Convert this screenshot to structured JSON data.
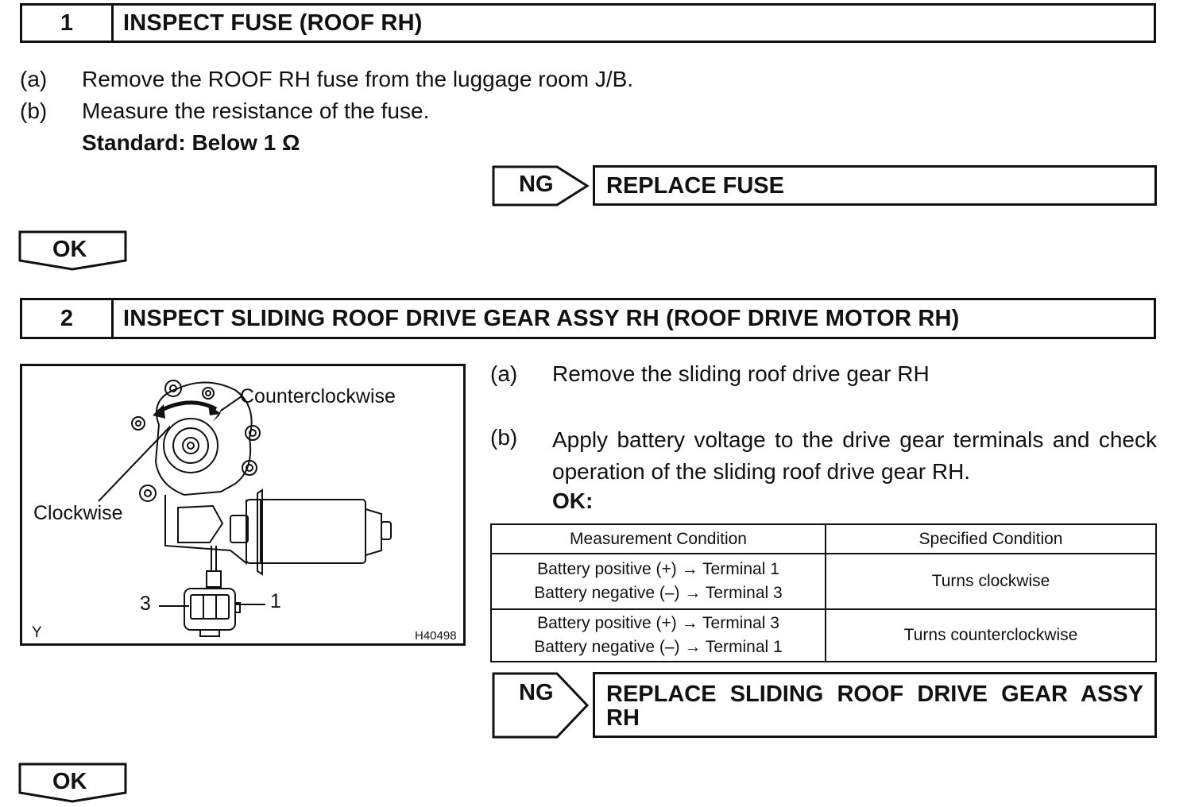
{
  "step1": {
    "number": "1",
    "title": "INSPECT FUSE (ROOF RH)",
    "items": [
      {
        "label": "(a)",
        "text": "Remove the ROOF RH fuse from the luggage room J/B."
      },
      {
        "label": "(b)",
        "text": "Measure the resistance of the fuse."
      }
    ],
    "standard": "Standard: Below 1 Ω",
    "ng_label": "NG",
    "ng_action": "REPLACE FUSE",
    "ok_label": "OK"
  },
  "step2": {
    "number": "2",
    "title": "INSPECT SLIDING ROOF DRIVE GEAR ASSY RH (ROOF DRIVE MOTOR RH)",
    "items": [
      {
        "label": "(a)",
        "text": "Remove the sliding roof drive gear RH"
      },
      {
        "label": "(b)",
        "text": "Apply battery voltage to the drive gear terminals and check operation of the sliding roof drive gear RH."
      }
    ],
    "ok_heading": "OK:",
    "table": {
      "headers": [
        "Measurement Condition",
        "Specified Condition"
      ],
      "rows": [
        {
          "cond1": "Battery positive (+) → Terminal 1",
          "cond2": "Battery negative (–) → Terminal 3",
          "result": "Turns clockwise"
        },
        {
          "cond1": "Battery positive (+) → Terminal 3",
          "cond2": "Battery negative (–) → Terminal 1",
          "result": "Turns counterclockwise"
        }
      ]
    },
    "figure": {
      "label_ccw": "Counterclockwise",
      "label_cw": "Clockwise",
      "terminal_left": "3",
      "terminal_right": "1",
      "corner_code": "Y",
      "figure_id": "H40498"
    },
    "ng_label": "NG",
    "ng_action": "REPLACE SLIDING ROOF DRIVE GEAR ASSY RH",
    "ok_label": "OK"
  }
}
